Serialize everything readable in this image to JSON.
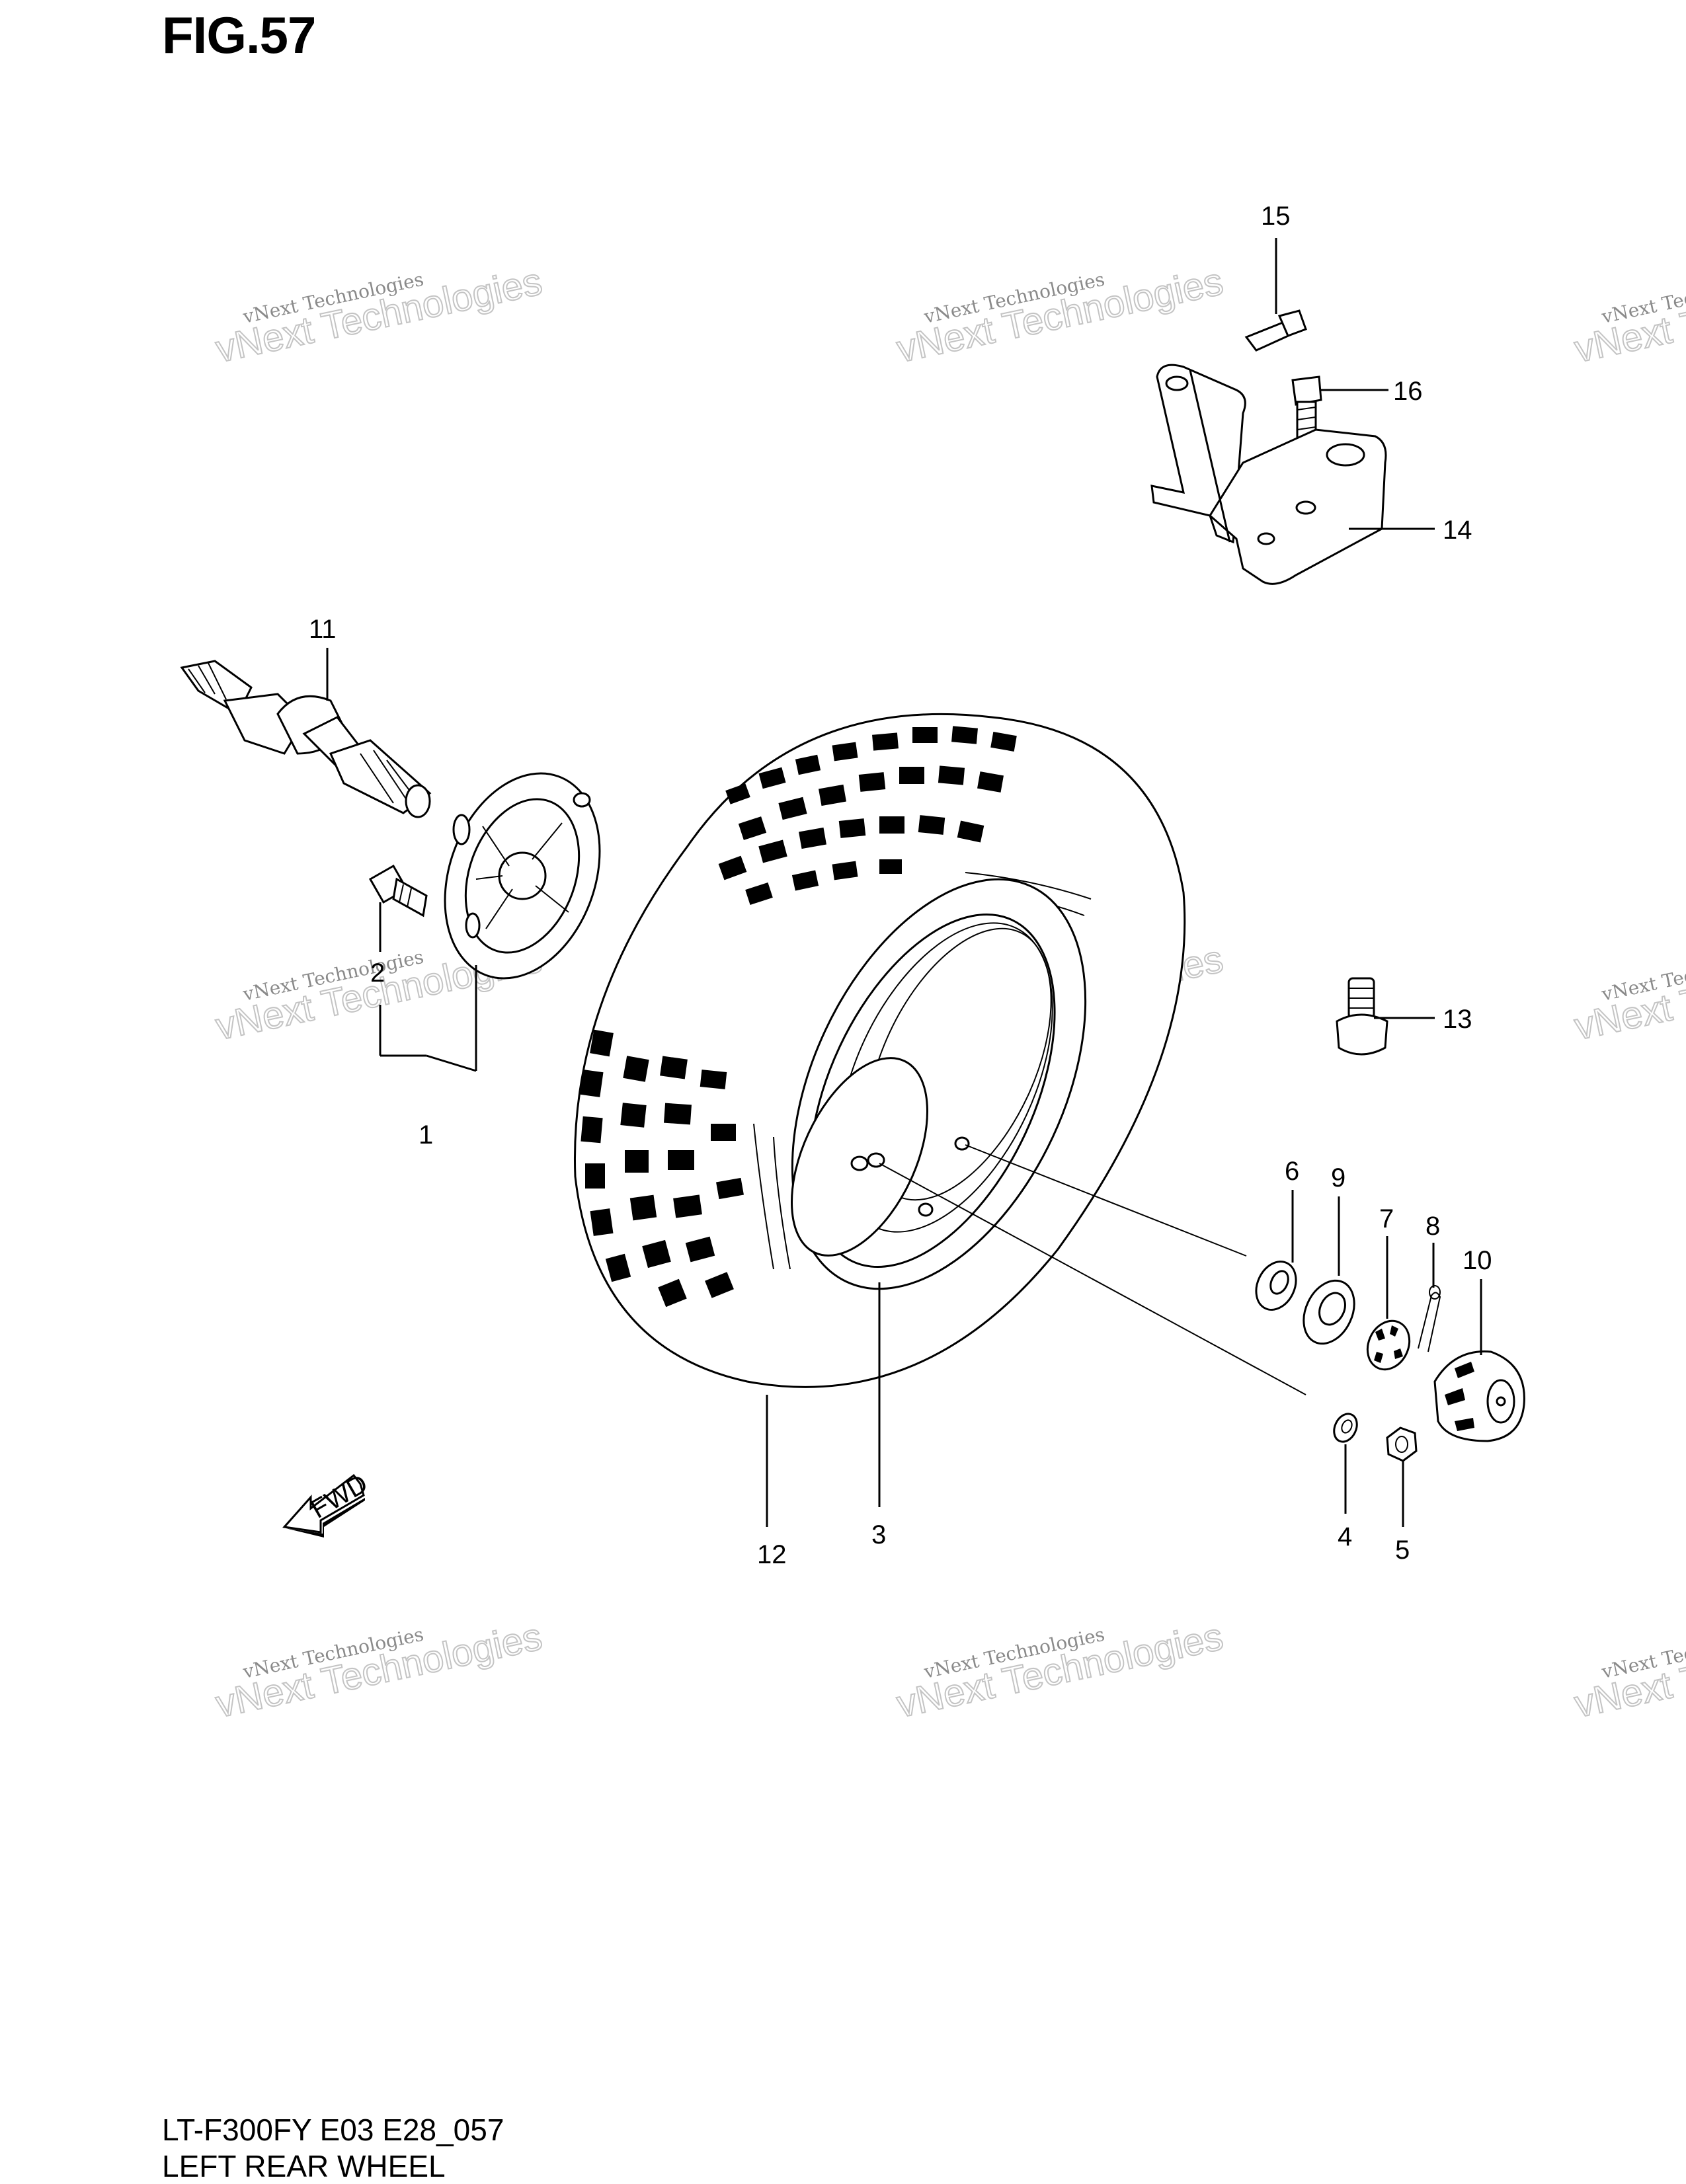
{
  "figure": {
    "title": "FIG.57",
    "code": "LT-F300FY E03 E28_057",
    "name": "LEFT REAR WHEEL"
  },
  "callouts": [
    "1",
    "2",
    "3",
    "4",
    "5",
    "6",
    "7",
    "8",
    "9",
    "10",
    "11",
    "12",
    "13",
    "14",
    "15",
    "16"
  ],
  "direction_marker": "FWD",
  "watermark": {
    "line1": "vNext Technologies",
    "line2": "vNext Technologies"
  }
}
